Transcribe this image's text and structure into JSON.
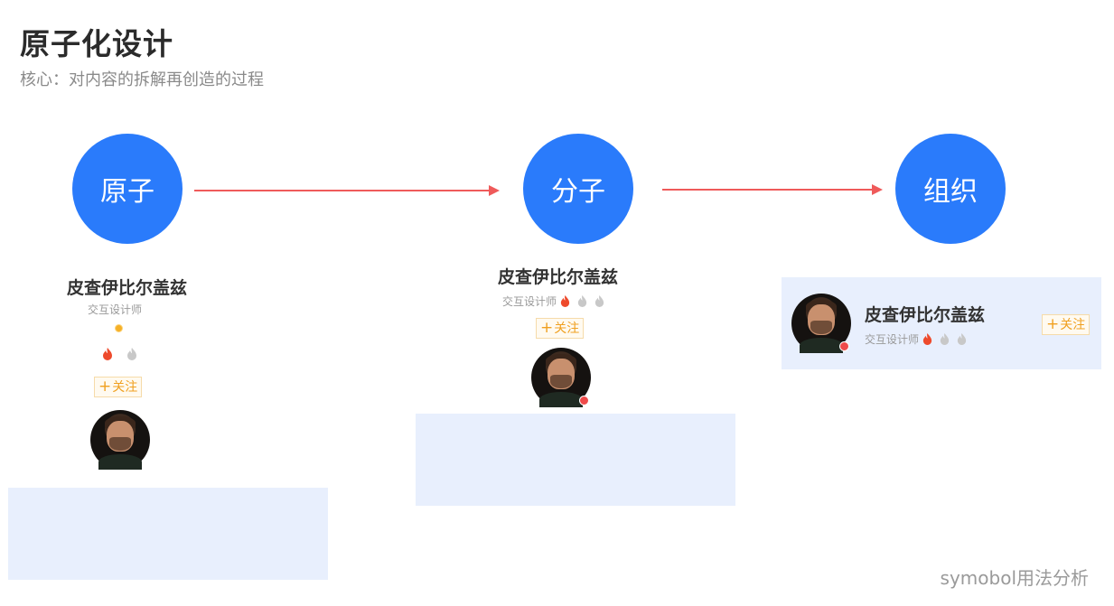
{
  "header": {
    "title": "原子化设计",
    "subtitle": "核心：对内容的拆解再创造的过程"
  },
  "stages": [
    {
      "label": "原子"
    },
    {
      "label": "分子"
    },
    {
      "label": "组织"
    }
  ],
  "profile": {
    "name": "皮查伊比尔盖兹",
    "role": "交互设计师",
    "follow_label": "关注",
    "follow_plus": "+"
  },
  "footer": {
    "note": "symobol用法分析"
  },
  "colors": {
    "stage_blue": "#2a7bfb",
    "arrow_red": "#ef5a5a",
    "panel_bg": "#e8effd",
    "follow_orange": "#f0a020",
    "flame_active": "#ee4a2c",
    "flame_inactive": "#c8c8c8"
  },
  "icons": {
    "flame": "flame-icon",
    "verified": "verified-badge-icon",
    "plus": "plus-icon"
  }
}
